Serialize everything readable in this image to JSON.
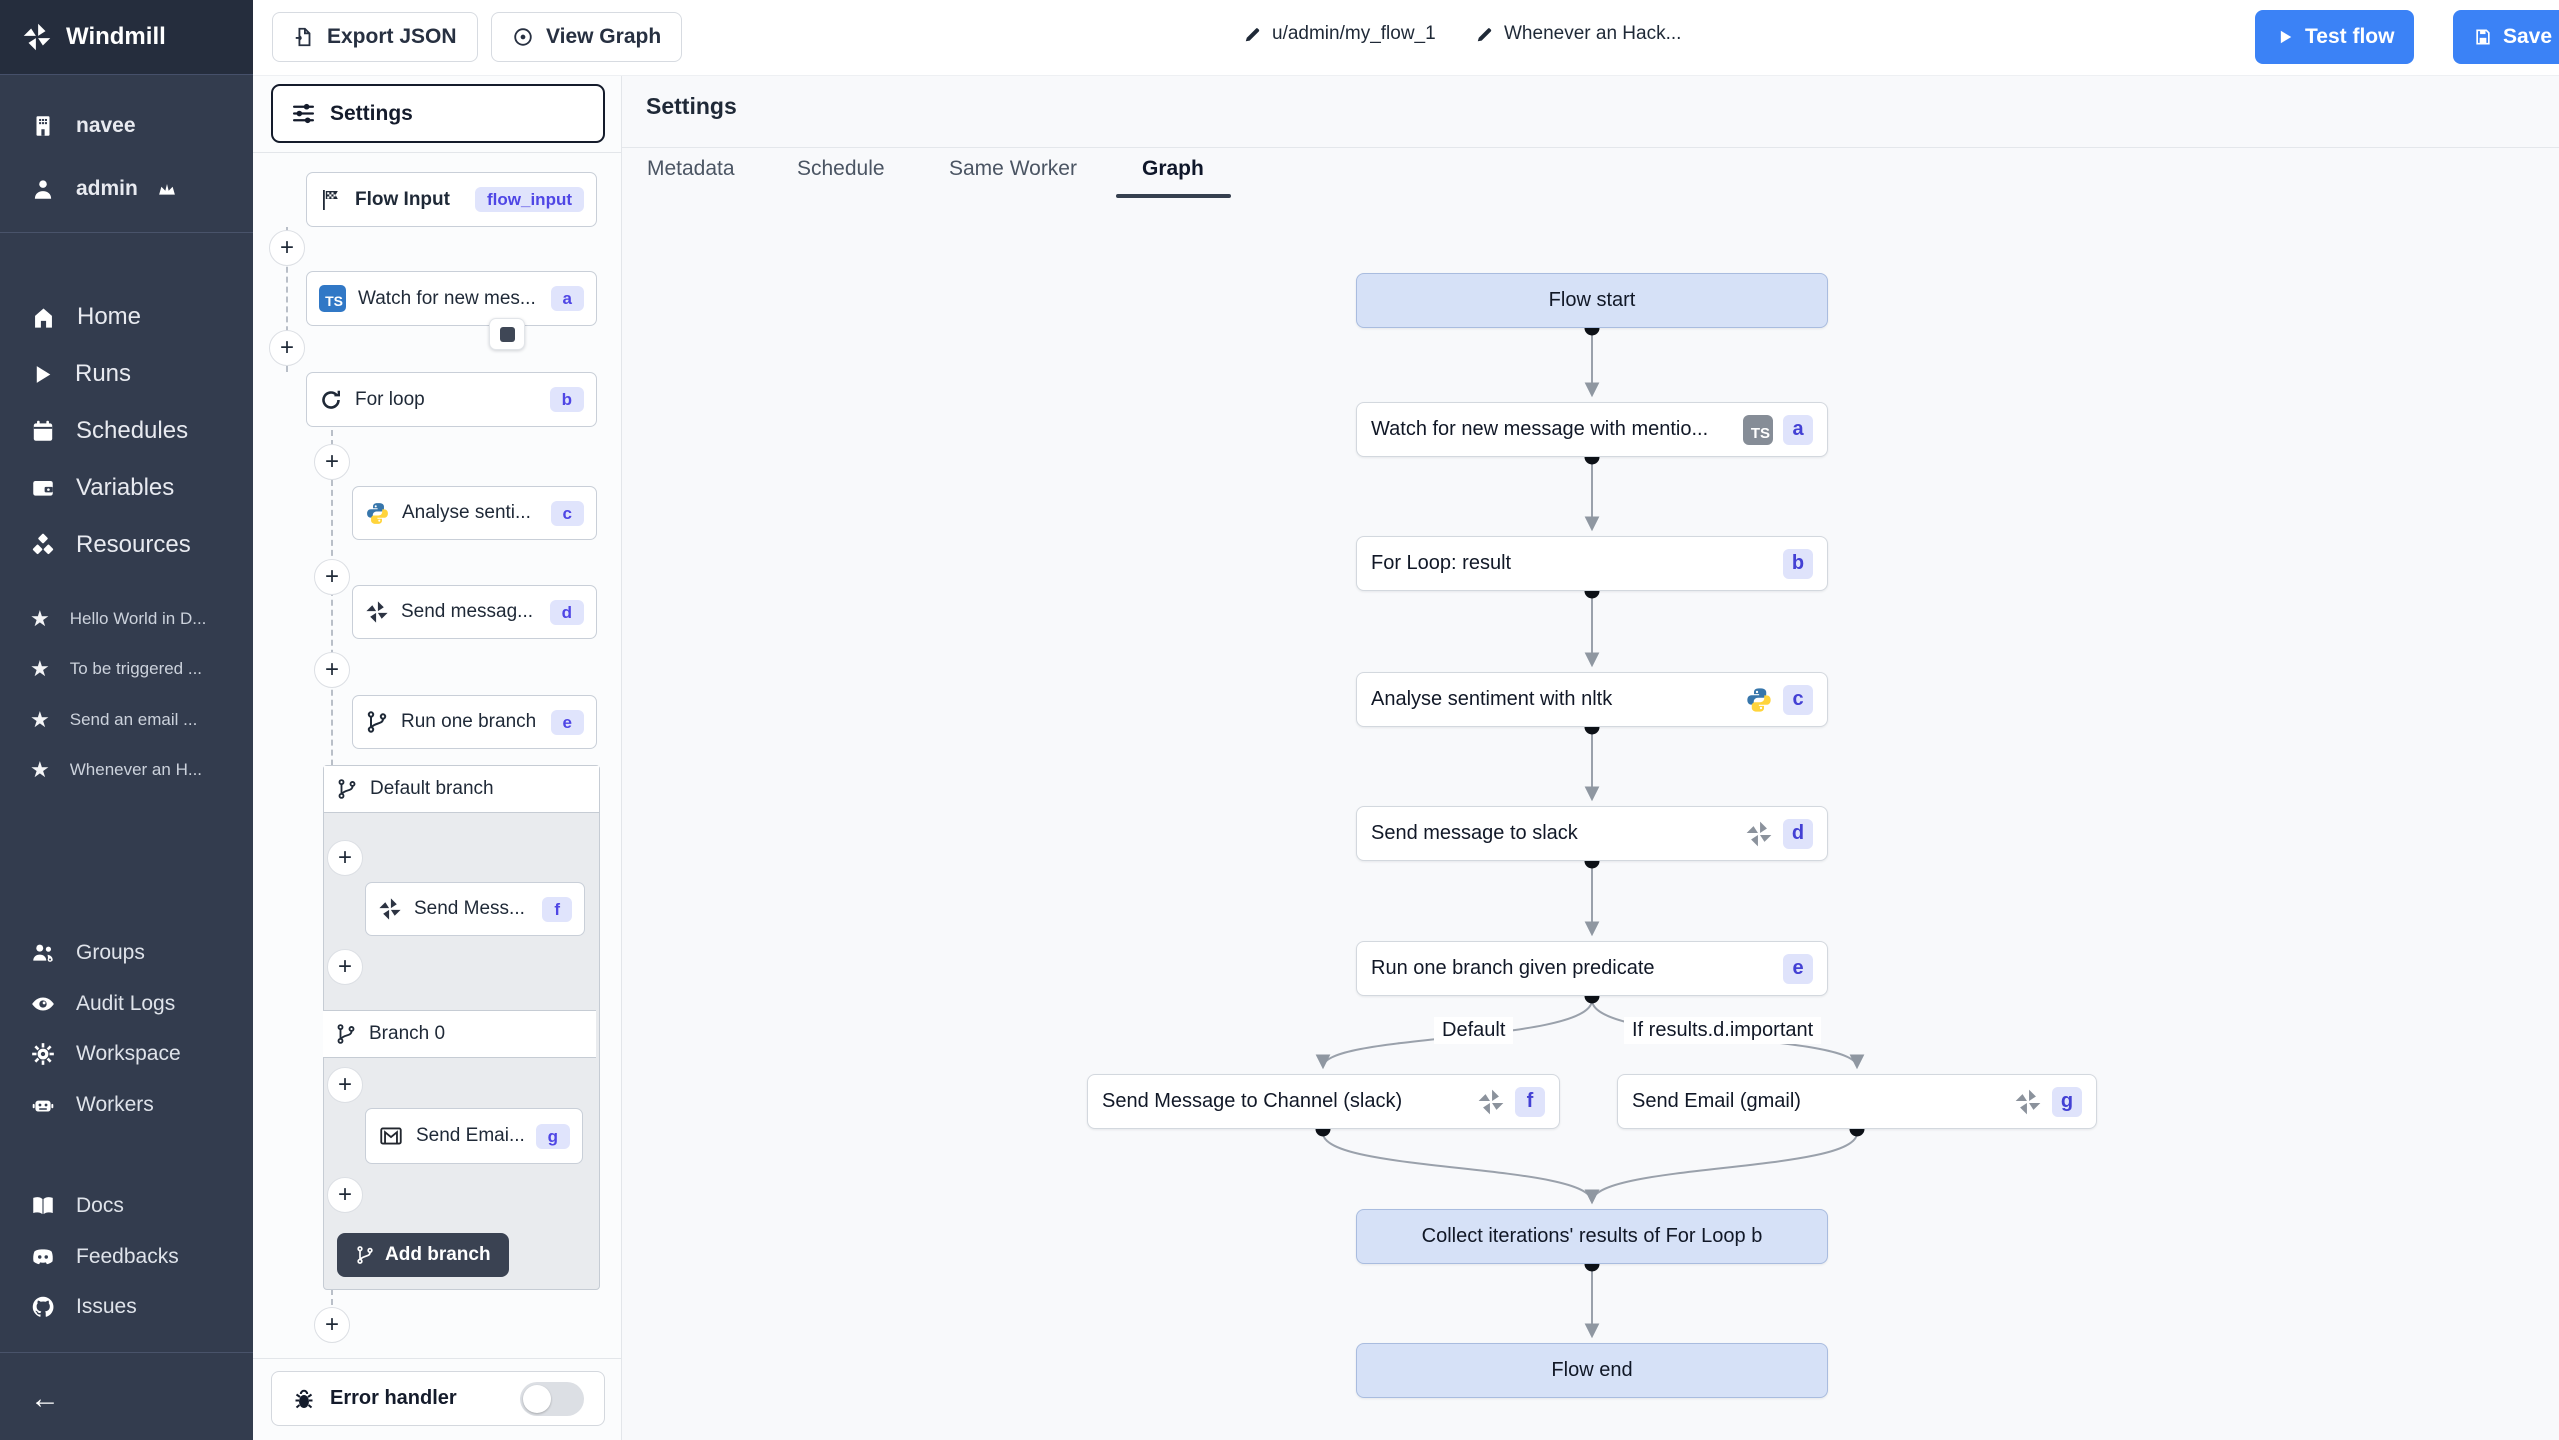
{
  "brand": {
    "name": "Windmill"
  },
  "topbar": {
    "export_json": "Export JSON",
    "view_graph": "View Graph",
    "breadcrumb_path": "u/admin/my_flow_1",
    "breadcrumb_flow": "Whenever an Hack...",
    "test_flow": "Test flow",
    "save": "Save"
  },
  "sidebar": {
    "workspace": "navee",
    "user": "admin",
    "nav": [
      {
        "label": "Home"
      },
      {
        "label": "Runs"
      },
      {
        "label": "Schedules"
      },
      {
        "label": "Variables"
      },
      {
        "label": "Resources"
      }
    ],
    "favorites": [
      {
        "label": "Hello World in D..."
      },
      {
        "label": "To be triggered ..."
      },
      {
        "label": "Send an email ..."
      },
      {
        "label": "Whenever an H..."
      }
    ],
    "admin_nav": [
      {
        "label": "Groups"
      },
      {
        "label": "Audit Logs"
      },
      {
        "label": "Workspace"
      },
      {
        "label": "Workers"
      }
    ],
    "footer_nav": [
      {
        "label": "Docs"
      },
      {
        "label": "Feedbacks"
      },
      {
        "label": "Issues"
      }
    ]
  },
  "panel": {
    "settings_button": "Settings",
    "flow_input": {
      "label": "Flow Input",
      "badge": "flow_input"
    },
    "steps": {
      "watch": {
        "label": "Watch for new mes...",
        "badge": "a"
      },
      "forloop": {
        "label": "For loop",
        "badge": "b"
      },
      "analyse": {
        "label": "Analyse senti...",
        "badge": "c"
      },
      "send_slack": {
        "label": "Send messag...",
        "badge": "d"
      },
      "run_branch": {
        "label": "Run one branch",
        "badge": "e"
      },
      "default_branch_label": "Default branch",
      "send_slack_f": {
        "label": "Send Mess...",
        "badge": "f"
      },
      "branch0_label": "Branch 0",
      "send_email_g": {
        "label": "Send Emai...",
        "badge": "g"
      },
      "add_branch": "Add branch"
    },
    "error_handler_label": "Error handler"
  },
  "main": {
    "title": "Settings",
    "tabs": [
      {
        "label": "Metadata"
      },
      {
        "label": "Schedule"
      },
      {
        "label": "Same Worker"
      },
      {
        "label": "Graph"
      }
    ],
    "active_tab": "Graph",
    "graph": {
      "nodes": {
        "start": {
          "label": "Flow start"
        },
        "a": {
          "label": "Watch for new message with mentio...",
          "badge": "a"
        },
        "b": {
          "label": "For Loop: result",
          "badge": "b"
        },
        "c": {
          "label": "Analyse sentiment with nltk",
          "badge": "c"
        },
        "d": {
          "label": "Send message to slack",
          "badge": "d"
        },
        "e": {
          "label": "Run one branch given predicate",
          "badge": "e"
        },
        "f": {
          "label": "Send Message to Channel (slack)",
          "badge": "f"
        },
        "g": {
          "label": "Send Email (gmail)",
          "badge": "g"
        },
        "collect": {
          "label": "Collect iterations' results of For Loop b"
        },
        "end": {
          "label": "Flow end"
        }
      },
      "edge_labels": {
        "default": "Default",
        "predicate": "If results.d.important"
      }
    }
  },
  "icons": {
    "plus": "+",
    "star": "★",
    "back": "←",
    "ts": "TS"
  },
  "colors": {
    "accent_blue": "#3b82f6",
    "sidebar_bg": "#333c4e",
    "badge_bg": "#e0e4fc",
    "badge_text": "#4f46e5",
    "node_blue": "#d6e1f7",
    "ts_blue": "#3178c6"
  }
}
